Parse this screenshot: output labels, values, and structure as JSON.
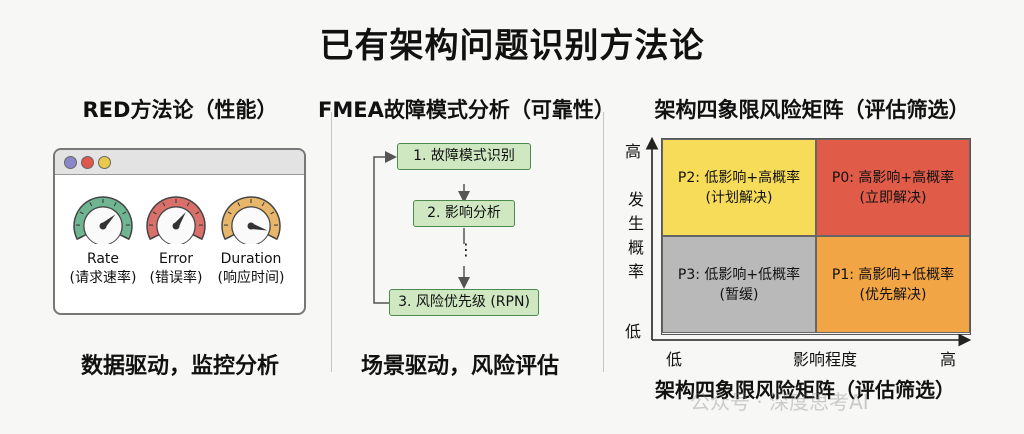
{
  "title": "已有架构问题识别方法论",
  "sections": {
    "red": {
      "title": "RED方法论（性能）",
      "gauges": [
        {
          "name": "Rate",
          "desc": "(请求速率)",
          "color": "#6fb592",
          "level": 0.7
        },
        {
          "name": "Error",
          "desc": "(错误率)",
          "color": "#d9706a",
          "level": 0.65
        },
        {
          "name": "Duration",
          "desc": "(响应时间)",
          "color": "#e8b66a",
          "level": 0.95
        }
      ],
      "footer": "数据驱动，监控分析"
    },
    "fmea": {
      "title": "FMEA故障模式分析（可靠性）",
      "steps": [
        "1. 故障模式识别",
        "2. 影响分析",
        "3. 风险优先级 (RPN)"
      ],
      "ellipsis": "⋮",
      "footer": "场景驱动，风险评估"
    },
    "matrix": {
      "title": "架构四象限风险矩阵（评估筛选）",
      "y_axis": {
        "high": "高",
        "label": "发生概率",
        "low": "低"
      },
      "x_axis": {
        "low": "低",
        "label": "影响程度",
        "high": "高"
      },
      "cells": {
        "p2": {
          "line1": "P2: 低影响+高概率",
          "line2": "(计划解决)",
          "color": "#f6dc58"
        },
        "p0": {
          "line1": "P0: 高影响+高概率",
          "line2": "(立即解决)",
          "color": "#e05b48"
        },
        "p3": {
          "line1": "P3: 低影响+低概率",
          "line2": "(暂缓)",
          "color": "#b9b9b9"
        },
        "p1": {
          "line1": "P1: 高影响+低概率",
          "line2": "(优先解决)",
          "color": "#f2a544"
        }
      },
      "footer": "架构四象限风险矩阵（评估筛选）"
    }
  },
  "watermark": "公众号 · 深度思考AI"
}
